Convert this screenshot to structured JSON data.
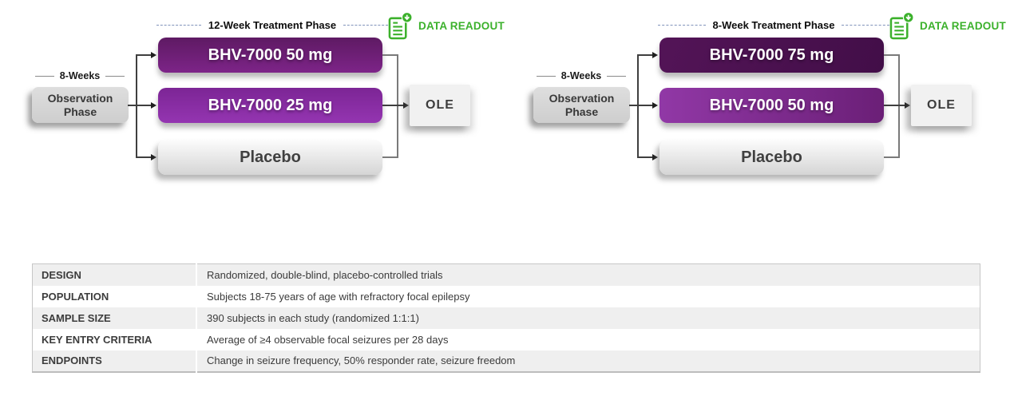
{
  "diagrams": [
    {
      "treatment_phase_label": "12-Week Treatment Phase",
      "data_readout_label": "DATA READOUT",
      "observation_weeks_label": "8-Weeks",
      "observation_box_label": "Observation Phase",
      "arms": [
        {
          "label": "BHV-7000 50 mg"
        },
        {
          "label": "BHV-7000 25 mg"
        },
        {
          "label": "Placebo"
        }
      ],
      "ole_label": "OLE"
    },
    {
      "treatment_phase_label": "8-Week Treatment Phase",
      "data_readout_label": "DATA READOUT",
      "observation_weeks_label": "8-Weeks",
      "observation_box_label": "Observation Phase",
      "arms": [
        {
          "label": "BHV-7000 75 mg"
        },
        {
          "label": "BHV-7000 50 mg"
        },
        {
          "label": "Placebo"
        }
      ],
      "ole_label": "OLE"
    }
  ],
  "table": {
    "rows": [
      {
        "label": "DESIGN",
        "value": "Randomized, double-blind, placebo-controlled trials"
      },
      {
        "label": "POPULATION",
        "value": "Subjects 18-75 years of age with refractory focal epilepsy"
      },
      {
        "label": "SAMPLE SIZE",
        "value": "390 subjects in each study (randomized 1:1:1)"
      },
      {
        "label": "KEY ENTRY CRITERIA",
        "value": "Average of ≥4 observable focal seizures per 28 days"
      },
      {
        "label": "ENDPOINTS",
        "value": "Change in seizure frequency, 50% responder rate, seizure freedom"
      }
    ]
  },
  "colors": {
    "readout-green": "#3cb12c",
    "dash-blue": "#8093ba",
    "line-dark": "#3f3f3f",
    "line-gray": "#7a7a7a",
    "purple-75-a": "#531457",
    "purple-75-b": "#420e48",
    "purple-50l-a": "#5e1a63",
    "purple-50l-b": "#7d2488",
    "purple-25-a": "#7c2595",
    "purple-25-b": "#9435b1",
    "purple-50r-a": "#9138a6",
    "purple-50r-b": "#6b1f77"
  }
}
